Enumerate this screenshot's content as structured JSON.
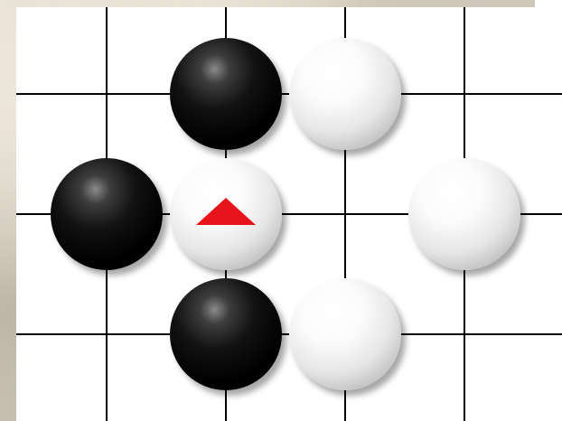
{
  "board": {
    "line_color": "#000000",
    "background": "#ffffff"
  },
  "stones": [
    {
      "color": "black",
      "col": 2,
      "row": 0
    },
    {
      "color": "white",
      "col": 3,
      "row": 0
    },
    {
      "color": "black",
      "col": 1,
      "row": 1
    },
    {
      "color": "white",
      "col": 2,
      "row": 1,
      "marker": "triangle"
    },
    {
      "color": "white",
      "col": 4,
      "row": 1
    },
    {
      "color": "black",
      "col": 2,
      "row": 2
    },
    {
      "color": "white",
      "col": 3,
      "row": 2
    }
  ],
  "marker": {
    "shape": "triangle",
    "color": "#e8141c",
    "on_stone": "white"
  }
}
